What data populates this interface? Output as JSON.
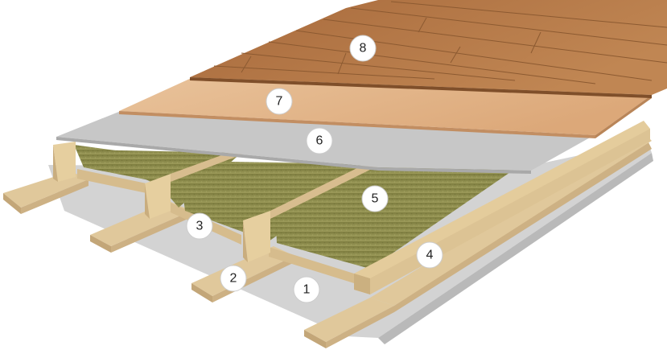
{
  "diagram": {
    "callouts": [
      {
        "number": "1",
        "part": "vapour-barrier"
      },
      {
        "number": "2",
        "part": "floor-beam"
      },
      {
        "number": "3",
        "part": "support-batten"
      },
      {
        "number": "4",
        "part": "rim-joist"
      },
      {
        "number": "5",
        "part": "insulation-infill"
      },
      {
        "number": "6",
        "part": "membrane-layer"
      },
      {
        "number": "7",
        "part": "subfloor-board"
      },
      {
        "number": "8",
        "part": "wood-plank-floor"
      }
    ],
    "colors": {
      "timber": "#dcc394",
      "insulation": "#8a8a4c",
      "membrane": "#c7c7c7",
      "subfloor": "#e2b185",
      "planks": "#b57848"
    }
  }
}
